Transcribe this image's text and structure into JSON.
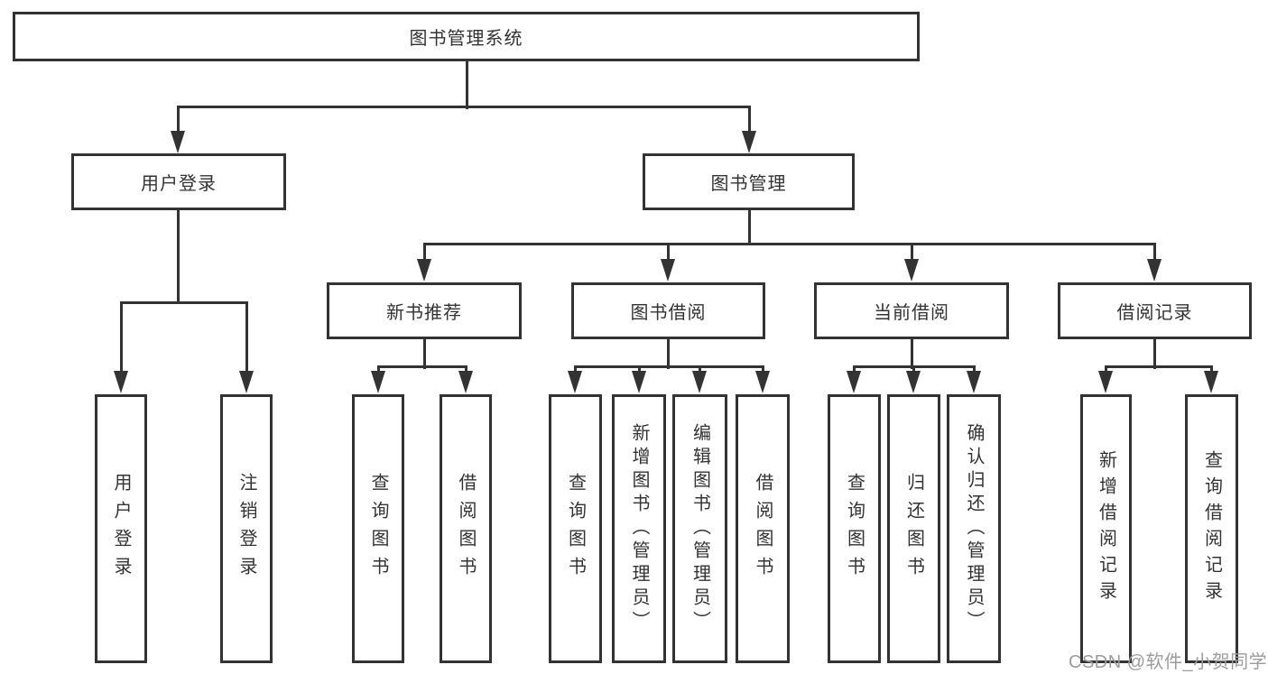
{
  "tree": {
    "root": {
      "label": "图书管理系统",
      "children": [
        {
          "label": "用户登录",
          "children": [
            {
              "label": "用户登录"
            },
            {
              "label": "注销登录"
            }
          ]
        },
        {
          "label": "图书管理",
          "children": [
            {
              "label": "新书推荐",
              "children": [
                {
                  "label": "查询图书"
                },
                {
                  "label": "借阅图书"
                }
              ]
            },
            {
              "label": "图书借阅",
              "children": [
                {
                  "label": "查询图书"
                },
                {
                  "label": "新增图书（管理员）"
                },
                {
                  "label": "编辑图书（管理员）"
                },
                {
                  "label": "借阅图书"
                }
              ]
            },
            {
              "label": "当前借阅",
              "children": [
                {
                  "label": "查询图书"
                },
                {
                  "label": "归还图书"
                },
                {
                  "label": "确认归还（管理员）"
                }
              ]
            },
            {
              "label": "借阅记录",
              "children": [
                {
                  "label": "新增借阅记录"
                },
                {
                  "label": "查询借阅记录"
                }
              ]
            }
          ]
        }
      ]
    }
  },
  "watermark": "CSDN @软件_小贺同学",
  "colors": {
    "line": "#333333",
    "box_border": "#333333",
    "text": "#333333",
    "watermark": "#9c9c9c",
    "background": "#ffffff"
  }
}
